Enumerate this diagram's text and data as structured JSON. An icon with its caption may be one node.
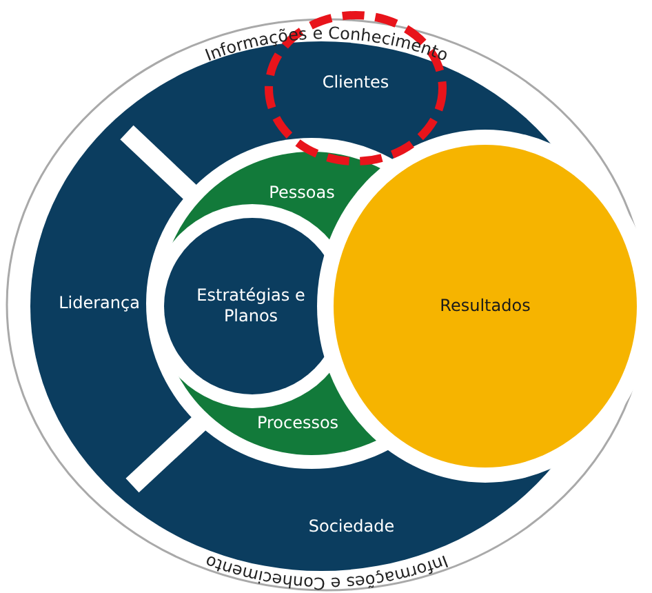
{
  "diagram": {
    "nodes": [
      {
        "text": [
          "Informações e Conhecimento",
          "Informações e Conhecimento"
        ]
      },
      {
        "text": [
          "Clientes"
        ],
        "in": 0
      },
      {
        "text": [
          "Liderança"
        ],
        "in": 0
      },
      {
        "text": [
          "Pessoas"
        ],
        "in": 0
      },
      {
        "text": [
          "Estratégias e Planos"
        ],
        "in": 0
      },
      {
        "text": [
          "Resultados"
        ],
        "in": 0
      },
      {
        "text": [
          "Processos"
        ],
        "in": 0
      },
      {
        "text": [
          "Sociedade"
        ],
        "in": 0
      }
    ],
    "edges": []
  }
}
